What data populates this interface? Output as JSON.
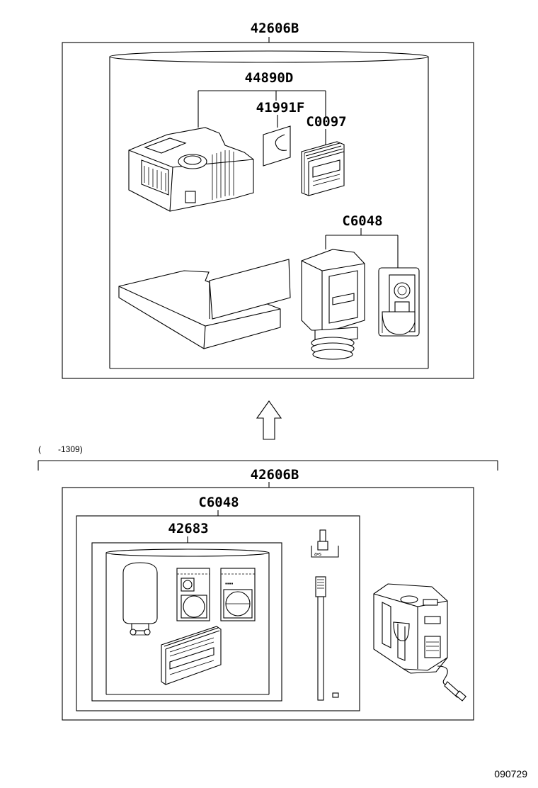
{
  "upper": {
    "assembly_label": "42606B",
    "kit_label": "44890D",
    "sticker_label": "41991F",
    "manual_label": "C0097",
    "compressor_label": "C6048"
  },
  "arrow": {
    "icon": "up-arrow-icon"
  },
  "lower": {
    "date_range": "(　　-1309)",
    "assembly_label": "42606B",
    "compressor_label": "C6048",
    "bottle_label": "42683"
  },
  "footer": {
    "reference_code": "090729"
  }
}
